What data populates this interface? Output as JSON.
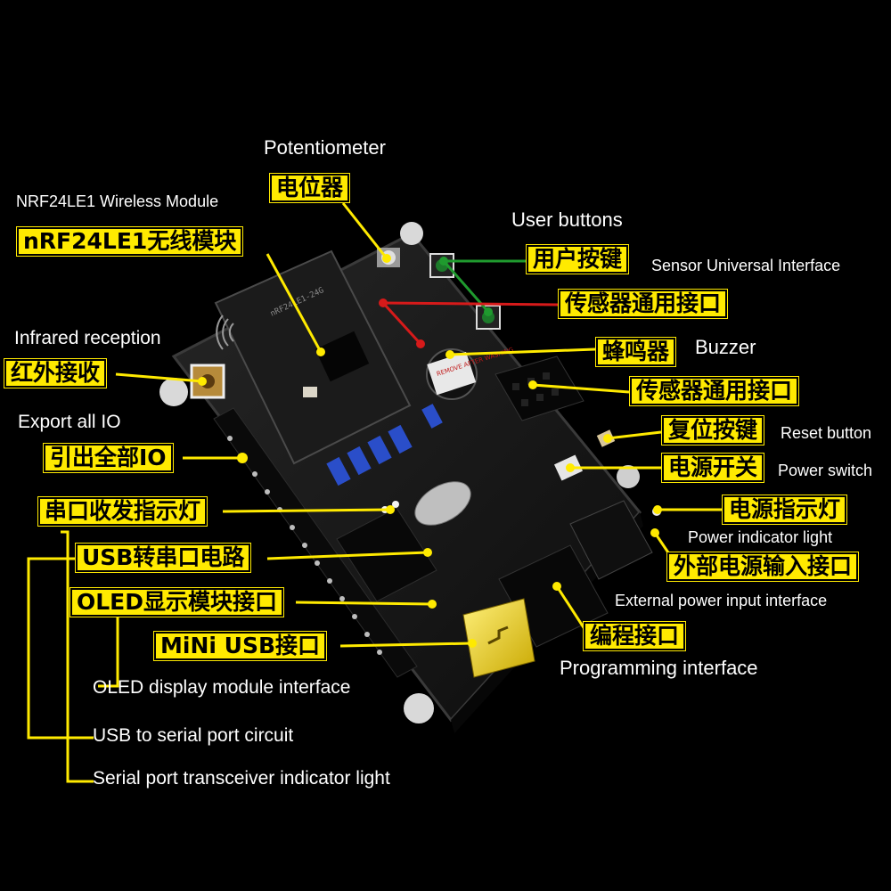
{
  "colors": {
    "label_bg": "#ffea00",
    "leader_line": "#ffea00",
    "sensor_line": "#1f9a2e",
    "red_line": "#d61a1a",
    "board": "#161616",
    "background": "#000000"
  },
  "labels": [
    {
      "id": "potentiometer",
      "zh": "电位器",
      "en": "Potentiometer"
    },
    {
      "id": "wireless",
      "zh": "nRF24LE1无线模块",
      "en": "NRF24LE1 Wireless Module"
    },
    {
      "id": "infrared",
      "zh": "红外接收",
      "en": "Infrared reception"
    },
    {
      "id": "export-io",
      "zh": "引出全部IO",
      "en": "Export all IO"
    },
    {
      "id": "serial-led",
      "zh": "串口收发指示灯",
      "en": "Serial port transceiver indicator light"
    },
    {
      "id": "usb-serial",
      "zh": "USB转串口电路",
      "en": "USB to serial port circuit"
    },
    {
      "id": "oled",
      "zh": "OLED显示模块接口",
      "en": "OLED display module interface"
    },
    {
      "id": "mini-usb",
      "zh": "MiNi USB接口"
    },
    {
      "id": "user-buttons",
      "zh": "用户按键",
      "en": "User buttons"
    },
    {
      "id": "sensor-1",
      "zh": "传感器通用接口",
      "en": "Sensor Universal Interface"
    },
    {
      "id": "buzzer",
      "zh": "蜂鸣器",
      "en": "Buzzer"
    },
    {
      "id": "sensor-2",
      "zh": "传感器通用接口"
    },
    {
      "id": "reset",
      "zh": "复位按键",
      "en": "Reset button"
    },
    {
      "id": "power-switch",
      "zh": "电源开关",
      "en": "Power switch"
    },
    {
      "id": "power-led",
      "zh": "电源指示灯",
      "en": "Power indicator light"
    },
    {
      "id": "ext-power",
      "zh": "外部电源输入接口",
      "en": "External power input interface"
    },
    {
      "id": "programming",
      "zh": "编程接口",
      "en": "Programming interface"
    }
  ],
  "board_markings": {
    "module_silk": "nRF24LE1-24G",
    "buzzer_silk": "REMOVE AFTER WASHING"
  }
}
